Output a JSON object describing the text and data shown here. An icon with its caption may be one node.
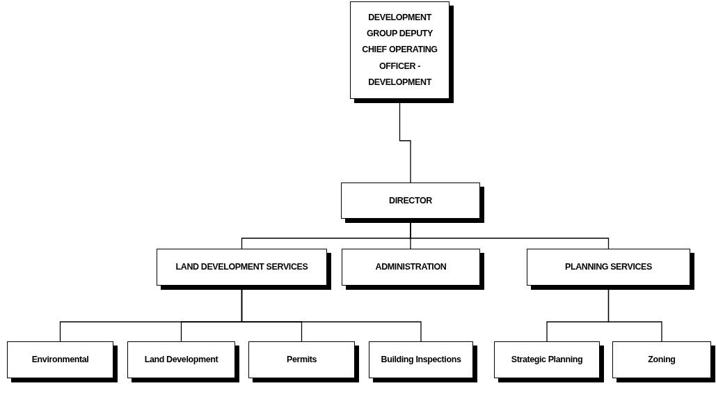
{
  "diagram": {
    "nodes": [
      {
        "text": [
          "DEVELOPMENT GROUP DEPUTY CHIEF OPERATING OFFICER - DEVELOPMENT"
        ]
      },
      {
        "text": [
          "DIRECTOR"
        ]
      },
      {
        "text": [
          "LAND DEVELOPMENT SERVICES"
        ]
      },
      {
        "text": [
          "ADMINISTRATION"
        ]
      },
      {
        "text": [
          "PLANNING SERVICES"
        ]
      },
      {
        "text": [
          "Environmental"
        ]
      },
      {
        "text": [
          "Land Development"
        ]
      },
      {
        "text": [
          "Permits"
        ]
      },
      {
        "text": [
          "Building Inspections"
        ]
      },
      {
        "text": [
          "Strategic Planning"
        ]
      },
      {
        "text": [
          "Zoning"
        ]
      }
    ],
    "edges": [
      {
        "from": 0,
        "to": 1,
        "arrow": "none"
      },
      {
        "from": 1,
        "to": 2,
        "arrow": "none"
      },
      {
        "from": 1,
        "to": 3,
        "arrow": "none"
      },
      {
        "from": 1,
        "to": 4,
        "arrow": "none"
      },
      {
        "from": 2,
        "to": 5,
        "arrow": "none"
      },
      {
        "from": 2,
        "to": 6,
        "arrow": "none"
      },
      {
        "from": 2,
        "to": 7,
        "arrow": "none"
      },
      {
        "from": 2,
        "to": 8,
        "arrow": "none"
      },
      {
        "from": 4,
        "to": 9,
        "arrow": "none"
      },
      {
        "from": 4,
        "to": 10,
        "arrow": "none"
      }
    ]
  }
}
